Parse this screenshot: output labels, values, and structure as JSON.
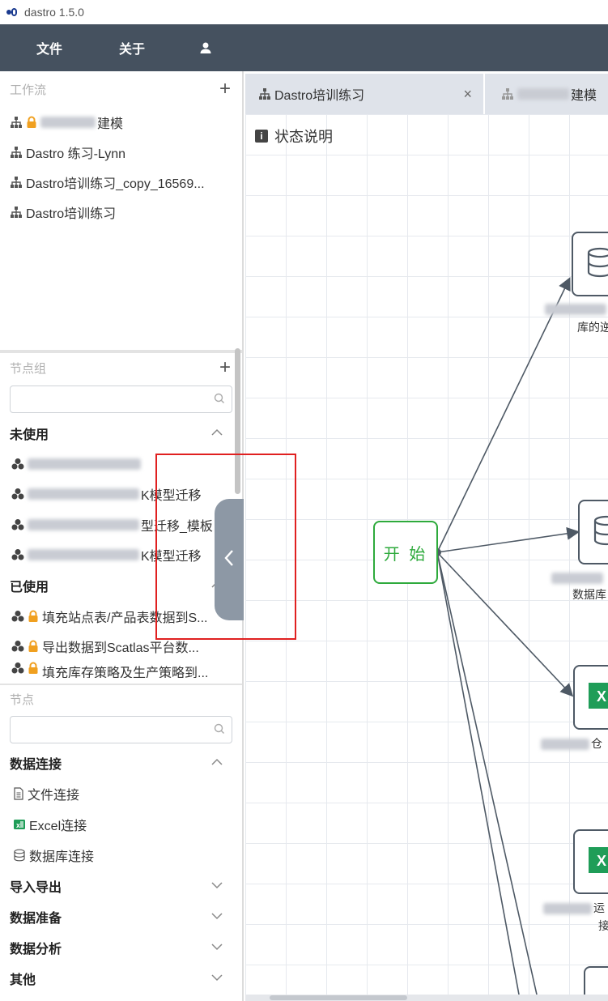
{
  "app": {
    "title": "dastro 1.5.0"
  },
  "menu": {
    "file": "文件",
    "about": "关于"
  },
  "workflow": {
    "header": "工作流",
    "items": [
      {
        "suffix": "建模",
        "locked": true
      },
      {
        "label": "Dastro 练习-Lynn"
      },
      {
        "label": "Dastro培训练习_copy_16569..."
      },
      {
        "label": "Dastro培训练习"
      }
    ]
  },
  "node_groups": {
    "header": "节点组",
    "search_placeholder": "",
    "unused_label": "未使用",
    "unused_items": [
      {
        "suffix": ""
      },
      {
        "suffix": "K模型迁移"
      },
      {
        "suffix": "型迁移_模板"
      },
      {
        "suffix": "K模型迁移"
      }
    ],
    "used_label": "已使用",
    "used_items": [
      {
        "label": "填充站点表/产品表数据到S..."
      },
      {
        "label": "导出数据到Scatlas平台数..."
      },
      {
        "label": "填充库存策略及生产策略到..."
      }
    ]
  },
  "nodes": {
    "header": "节点",
    "search_placeholder": "",
    "data_connection": "数据连接",
    "connection_items": [
      {
        "label": "文件连接",
        "icon": "file-icon"
      },
      {
        "label": "Excel连接",
        "icon": "excel-icon"
      },
      {
        "label": "数据库连接",
        "icon": "database-icon"
      }
    ],
    "categories": [
      "导入导出",
      "数据准备",
      "数据分析",
      "其他"
    ]
  },
  "tabs": [
    {
      "label": "Dastro培训练习",
      "close": "×"
    },
    {
      "label": "建模"
    }
  ],
  "canvas": {
    "status_legend": "状态说明",
    "start_label": "开 始",
    "node_labels": [
      "库的逆",
      "数据库",
      "仓",
      "运",
      "接"
    ]
  }
}
